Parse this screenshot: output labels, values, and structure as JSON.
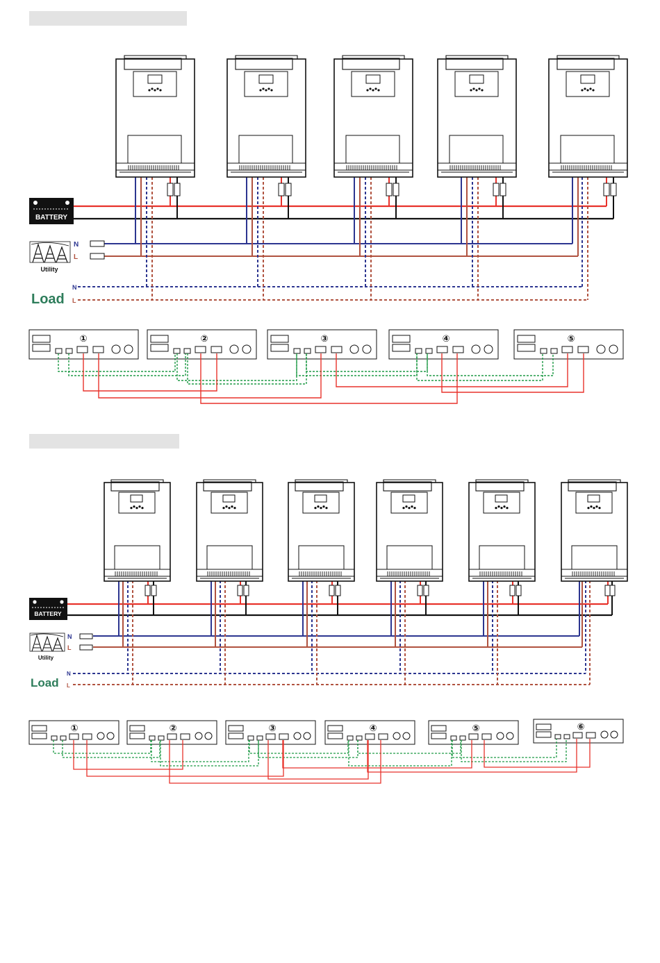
{
  "colors": {
    "battery_positive": "#e8322b",
    "battery_negative": "#111111",
    "utility_n": "#2c3590",
    "utility_l": "#b0523f",
    "load_n": "#2c3590",
    "load_l": "#b0523f",
    "sharing_cable": "#1e9a46",
    "parallel_cable": "#e8322b",
    "load_label": "#2e7d5b",
    "section_header_bar": "#e3e3e3"
  },
  "labels": {
    "battery": "BATTERY",
    "utility": "Utility",
    "load": "Load",
    "neutral": "N",
    "line": "L"
  },
  "sections": [
    {
      "header_text": "",
      "inverter_count": 5,
      "unit_numbers": [
        "①",
        "②",
        "③",
        "④",
        "⑤"
      ]
    },
    {
      "header_text": "",
      "inverter_count": 6,
      "unit_numbers": [
        "①",
        "②",
        "③",
        "④",
        "⑤",
        "⑥"
      ]
    }
  ],
  "icons": [
    "battery-icon",
    "utility-tower-icon",
    "breaker-icon",
    "comm-port-icon"
  ]
}
